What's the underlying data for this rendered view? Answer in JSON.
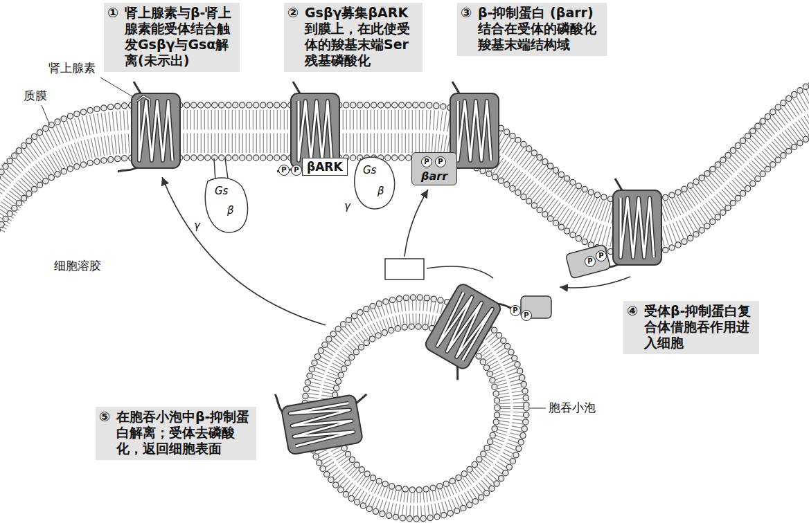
{
  "diagram": {
    "nodes": [
      {
        "text": [
          "①",
          "肾上腺素与β-肾上腺素能受体结合触发Gsβγ与Gsα解离(未示出)"
        ]
      },
      {
        "text": [
          "②",
          "Gsβγ募集βARK到膜上，在此使受体的羧基末端Ser残基磷酸化"
        ]
      },
      {
        "text": [
          "③",
          "β-抑制蛋白 (βarr) 结合在受体的磷酸化羧基末端结构域"
        ]
      },
      {
        "text": [
          "④",
          "受体β-抑制蛋白复合体借胞吞作用进入细胞"
        ]
      },
      {
        "text": [
          "⑤",
          "在胞吞小泡中β-抑制蛋白解离；受体去磷酸化，返回细胞表面"
        ]
      },
      {
        "text": [
          "βARK"
        ]
      },
      {
        "text": [
          "βarr"
        ]
      }
    ],
    "labels": [
      "肾上腺素",
      "质膜",
      "细胞溶胶",
      "胞吞小泡",
      "Gs",
      "β",
      "γ",
      "Gs",
      "β",
      "γ",
      "P",
      "P",
      "P",
      "P",
      "P",
      "P",
      "P",
      "P"
    ]
  }
}
